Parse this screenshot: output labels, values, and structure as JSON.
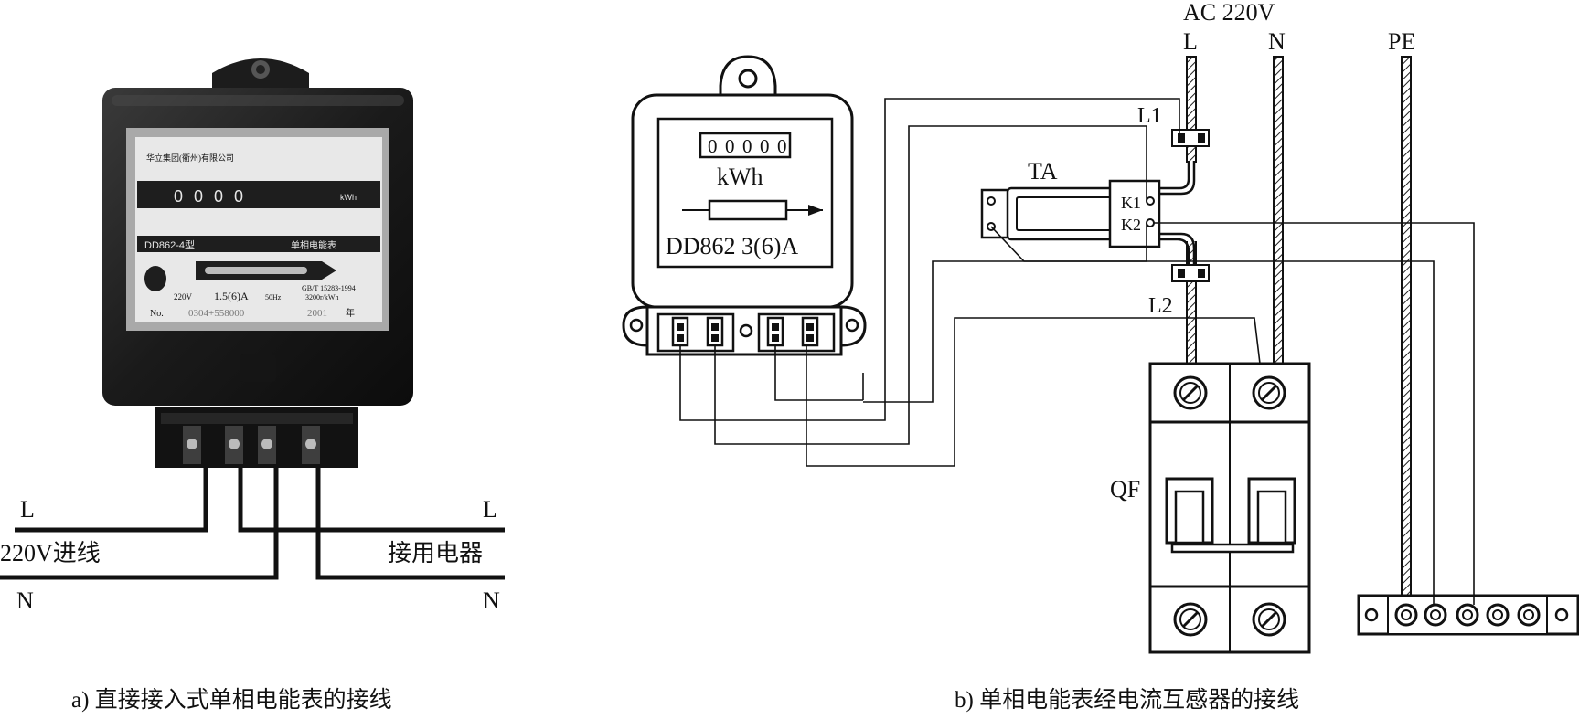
{
  "left": {
    "meter_face": {
      "company": "华立集团(衢州)有限公司",
      "register_digits": "0000",
      "register_unit": "kWh",
      "model": "DD862-4型",
      "type": "单相电能表",
      "standard": "GB/T 15283-1994",
      "voltage": "220V",
      "current": "1.5(6)A",
      "frequency": "50Hz",
      "constant": "3200r/kWh",
      "serial_prefix": "No.",
      "serial": "0304+558000",
      "year": "2001",
      "year_unit": "年"
    },
    "labels": {
      "in_L": "L",
      "in_desc": "220V进线",
      "in_N": "N",
      "out_L": "L",
      "out_desc": "接用电器",
      "out_N": "N"
    },
    "caption": "a) 直接接入式单相电能表的接线"
  },
  "right": {
    "supply": {
      "title": "AC 220V",
      "L": "L",
      "N": "N",
      "PE": "PE"
    },
    "meter": {
      "digits": [
        "0",
        "0",
        "0",
        "0",
        "0"
      ],
      "unit": "kWh",
      "model": "DD862 3(6)A"
    },
    "ta": {
      "label": "TA",
      "k1": "K1",
      "k2": "K2"
    },
    "l1": "L1",
    "l2": "L2",
    "breaker": "QF",
    "caption": "b) 单相电能表经电流互感器的接线"
  }
}
